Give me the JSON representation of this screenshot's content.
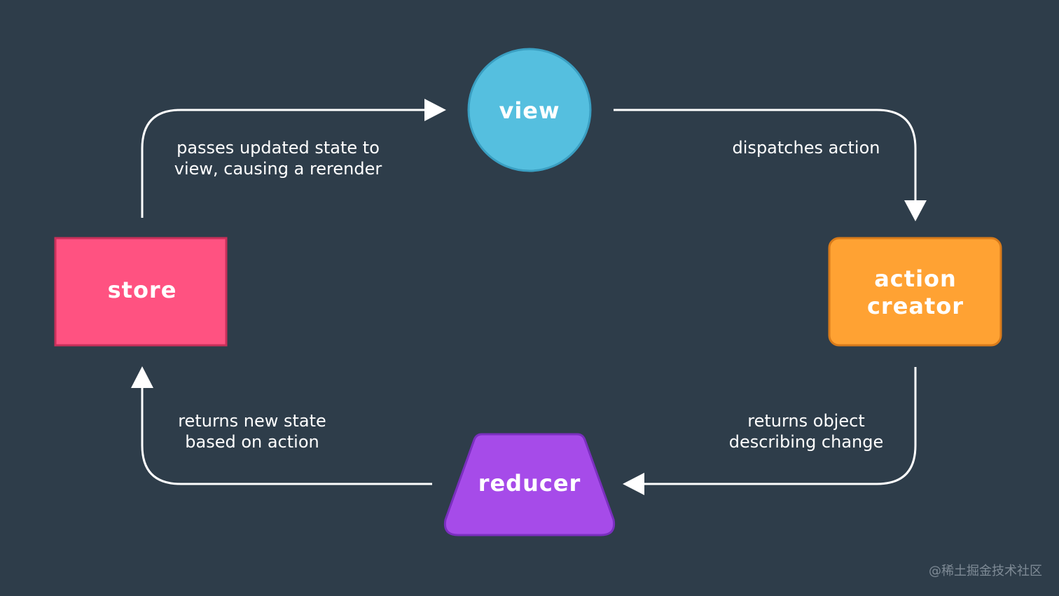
{
  "nodes": {
    "view": {
      "label": "view",
      "color": "#55bfdf",
      "border": "#3a9fc2"
    },
    "action_creator": {
      "line1": "action",
      "line2": "creator",
      "color": "#ffa233",
      "border": "#d97b1a"
    },
    "reducer": {
      "label": "reducer",
      "color": "#a64be9",
      "border": "#7a2fbf"
    },
    "store": {
      "label": "store",
      "color": "#ff5281",
      "border": "#c9305a"
    }
  },
  "edges": {
    "store_to_view": {
      "line1": "passes updated state to",
      "line2": "view, causing a rerender"
    },
    "view_to_action": {
      "line1": "dispatches action"
    },
    "action_to_reducer": {
      "line1": "returns object",
      "line2": "describing change"
    },
    "reducer_to_store": {
      "line1": "returns new state",
      "line2": "based on action"
    }
  },
  "colors": {
    "background": "#2e3d4a",
    "arrow": "#ffffff"
  },
  "watermark": "@稀土掘金技术社区"
}
